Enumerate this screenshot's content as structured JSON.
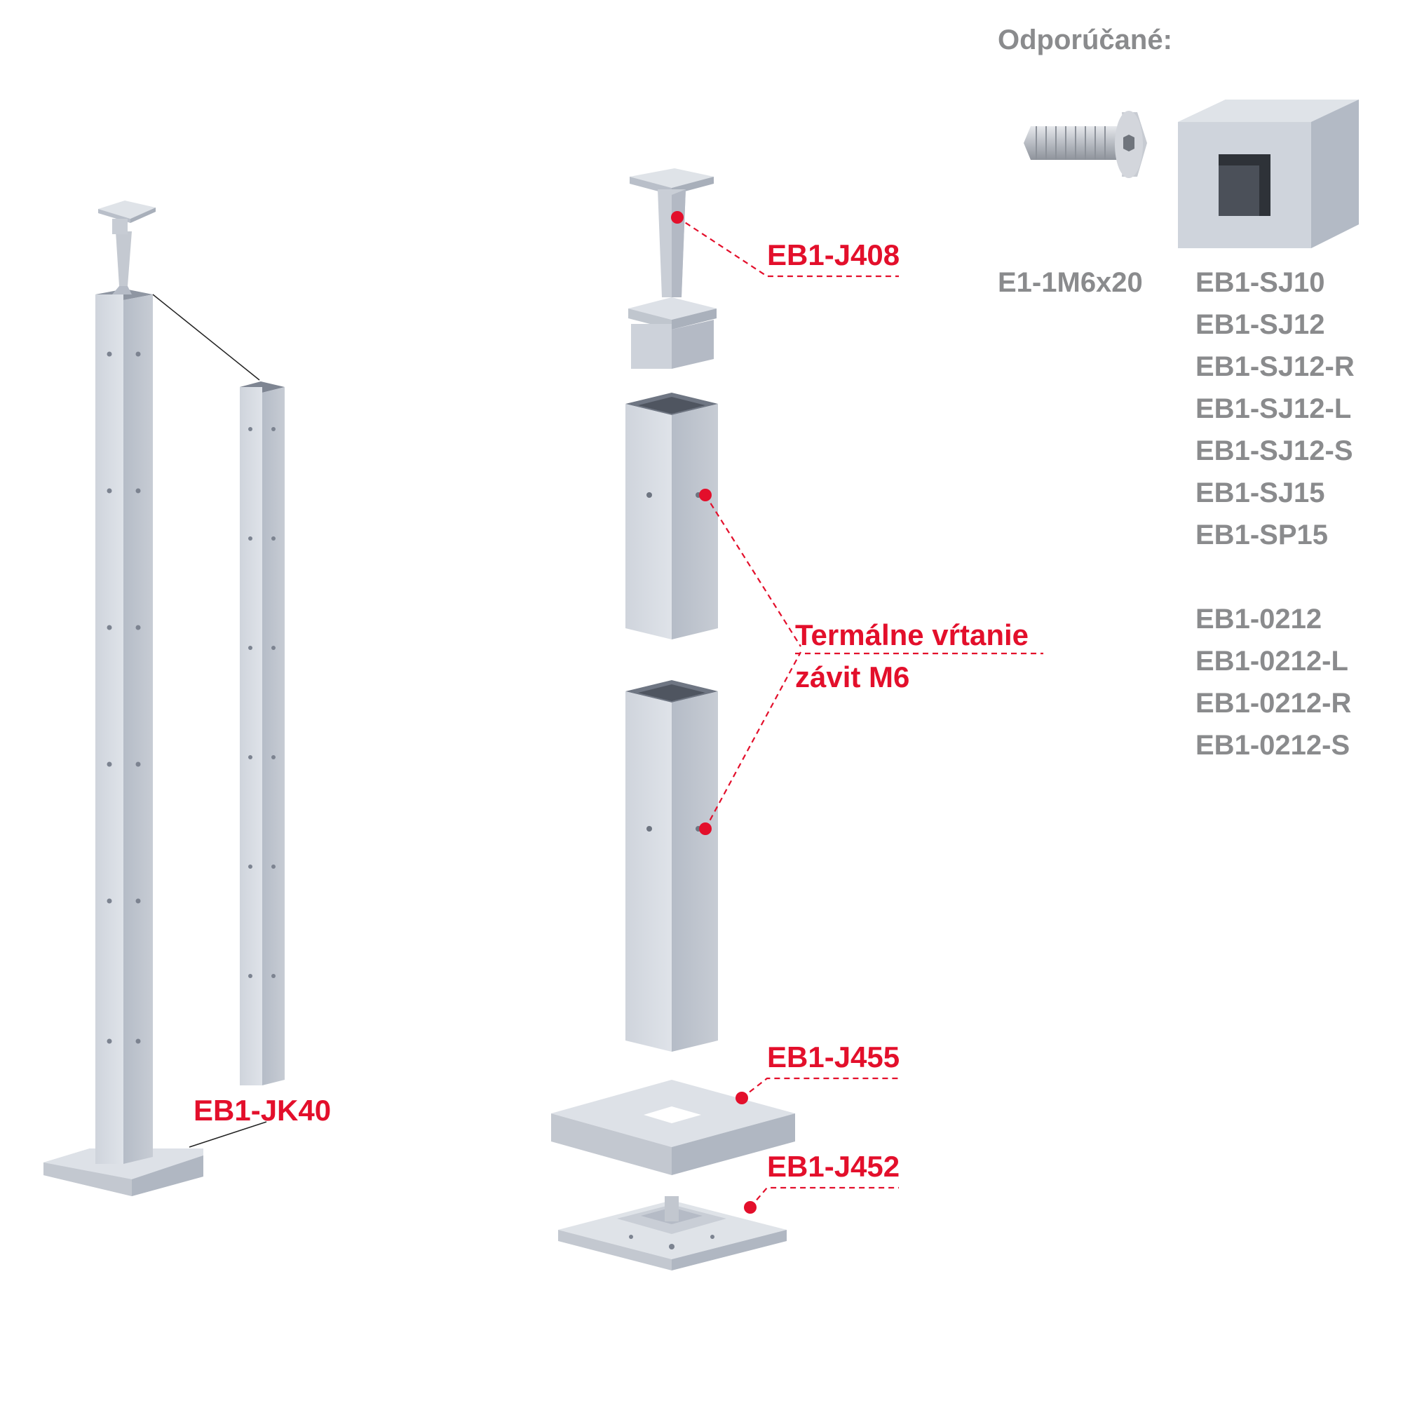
{
  "colors": {
    "accent_red": "#e30f2b",
    "label_gray": "#8a8b8d",
    "metal_light": "#d9dde4",
    "metal_mid": "#c2c7d0",
    "metal_dark": "#a6adb8"
  },
  "recommended_title": "Odporúčané:",
  "screw_code": "E1-1M6x20",
  "connector_codes": [
    "EB1-SJ10",
    "EB1-SJ12",
    "EB1-SJ12-R",
    "EB1-SJ12-L",
    "EB1-SJ12-S",
    "EB1-SJ15",
    "EB1-SP15"
  ],
  "end_cap_codes": [
    "EB1-0212",
    "EB1-0212-L",
    "EB1-0212-R",
    "EB1-0212-S"
  ],
  "labels": {
    "post_assembled": "EB1-JK40",
    "handrail_holder": "EB1-J408",
    "drilling_line1": "Termálne vŕtanie",
    "drilling_line2": "závit M6",
    "cover_plate": "EB1-J455",
    "base_plate": "EB1-J452"
  }
}
